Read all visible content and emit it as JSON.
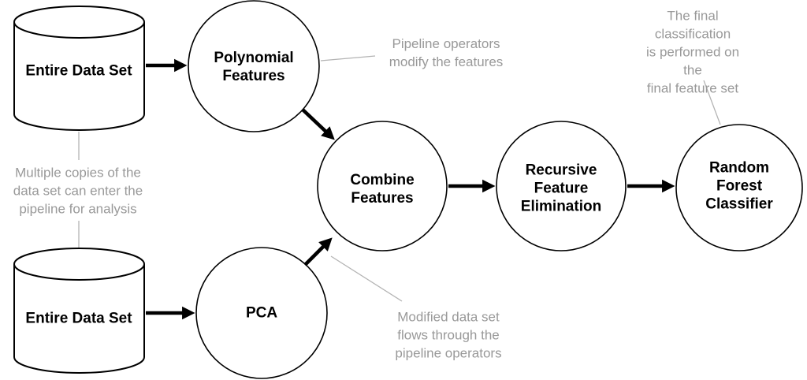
{
  "diagram": {
    "title": "Machine learning pipeline diagram",
    "nodes": {
      "dataset_top": {
        "label": "Entire Data Set",
        "shape": "cylinder"
      },
      "dataset_bottom": {
        "label": "Entire Data Set",
        "shape": "cylinder"
      },
      "polynomial": {
        "label": "Polynomial\nFeatures",
        "shape": "circle"
      },
      "pca": {
        "label": "PCA",
        "shape": "circle"
      },
      "combine": {
        "label": "Combine\nFeatures",
        "shape": "circle"
      },
      "rfe": {
        "label": "Recursive\nFeature\nElimination",
        "shape": "circle"
      },
      "rfc": {
        "label": "Random\nForest\nClassifier",
        "shape": "circle"
      }
    },
    "edges": [
      {
        "from": "dataset_top",
        "to": "polynomial"
      },
      {
        "from": "polynomial",
        "to": "combine"
      },
      {
        "from": "dataset_bottom",
        "to": "pca"
      },
      {
        "from": "pca",
        "to": "combine"
      },
      {
        "from": "combine",
        "to": "rfe"
      },
      {
        "from": "rfe",
        "to": "rfc"
      }
    ],
    "annotations": {
      "pipeline_operators": {
        "text": "Pipeline operators\nmodify the features"
      },
      "multiple_copies": {
        "text": "Multiple copies of the\ndata set can enter the\npipeline for analysis"
      },
      "modified_data": {
        "text": "Modified data set\nflows through the\npipeline operators"
      },
      "final_classification": {
        "text": "The final classification\nis performed on the\nfinal feature set"
      }
    },
    "colors": {
      "node_stroke": "#000000",
      "node_fill": "#ffffff",
      "arrow": "#000000",
      "annotation_text": "#999999",
      "leader_line": "#b3b3b3",
      "background": "#ffffff"
    }
  }
}
